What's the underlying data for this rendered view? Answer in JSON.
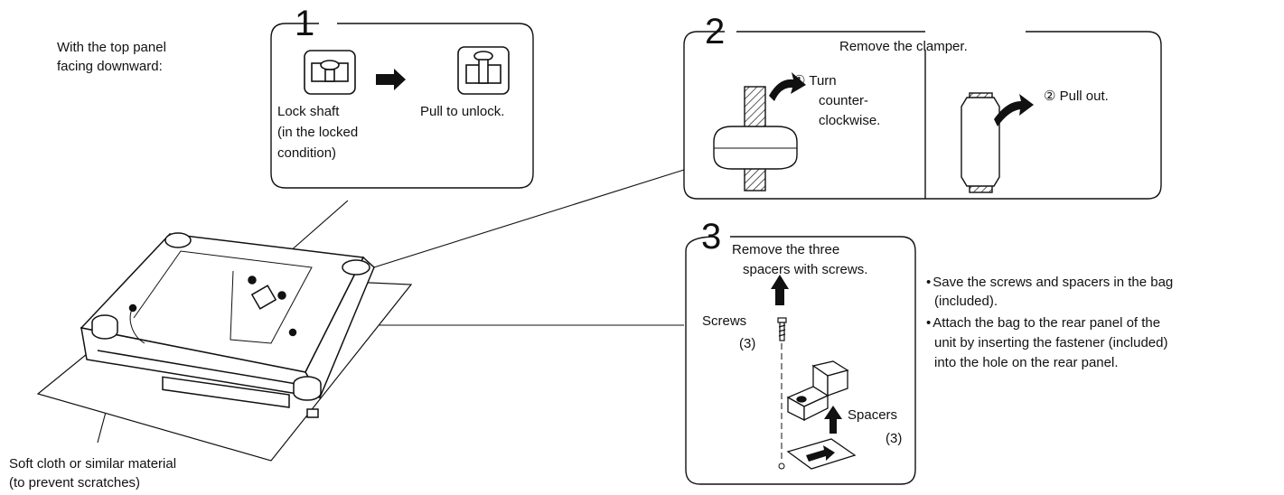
{
  "intro": {
    "line1": "With the top panel",
    "line2": "facing downward:"
  },
  "cloth": {
    "line1": "Soft cloth or similar material",
    "line2": "(to prevent scratches)"
  },
  "step1": {
    "number": "1",
    "left_label": [
      "Lock shaft",
      "(in the locked",
      "condition)"
    ],
    "right_label": "Pull to unlock."
  },
  "step2": {
    "number": "2",
    "title": "Remove the clamper.",
    "turn_label": [
      "① Turn",
      "counter-",
      "clockwise."
    ],
    "pull_label": "② Pull out."
  },
  "step3": {
    "number": "3",
    "title_line1": "Remove the three",
    "title_line2": "spacers with screws.",
    "screws_label": "Screws",
    "screws_count": "(3)",
    "spacers_label": "Spacers",
    "spacers_count": "(3)"
  },
  "notes": {
    "bullet1_line1": "Save the screws and spacers in the bag",
    "bullet1_line2": "(included).",
    "bullet2_line1": "Attach the bag to the rear panel of the",
    "bullet2_line2": "unit by inserting the fastener (included)",
    "bullet2_line3": "into the hole on the rear panel."
  }
}
